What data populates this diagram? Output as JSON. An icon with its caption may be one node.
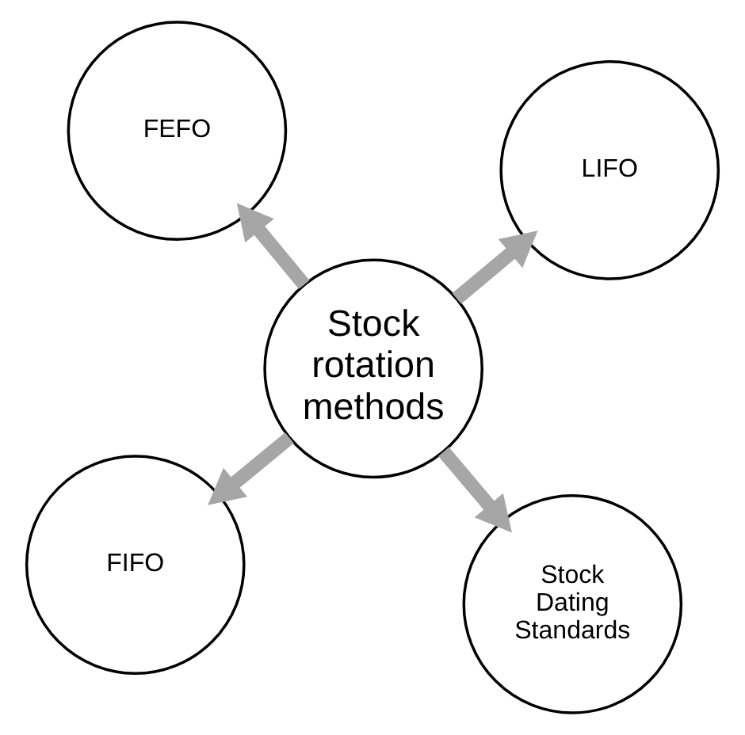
{
  "diagram": {
    "nodes": [
      {
        "text": [
          "FIFO"
        ]
      },
      {
        "text": [
          "Stock Dating Standards"
        ]
      },
      {
        "text": [
          "Stock rotation methods"
        ]
      },
      {
        "text": [
          "FEFO"
        ]
      },
      {
        "text": [
          "LIFO"
        ]
      }
    ],
    "edges": [
      {
        "from": 2,
        "to": 0,
        "arrow": "to"
      },
      {
        "from": 2,
        "to": 3,
        "arrow": "to"
      },
      {
        "from": 2,
        "to": 4,
        "arrow": "to"
      },
      {
        "from": 2,
        "to": 1,
        "arrow": "to"
      }
    ]
  }
}
